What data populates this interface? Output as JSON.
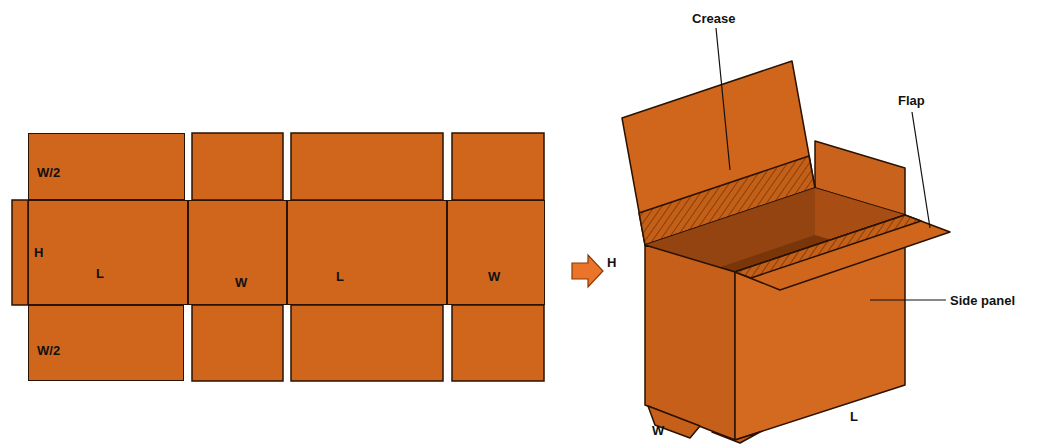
{
  "diagram": {
    "nodes": [
      {
        "text": [
          "W/2"
        ]
      },
      {
        "text": [
          "H",
          "L"
        ]
      },
      {
        "text": [
          "W"
        ]
      },
      {
        "text": [
          "L"
        ]
      },
      {
        "text": [
          "W"
        ]
      },
      {
        "text": [
          "W/2"
        ]
      }
    ],
    "labels": [
      "Crease",
      "Flap",
      "Side panel",
      "H",
      "W",
      "L"
    ]
  }
}
